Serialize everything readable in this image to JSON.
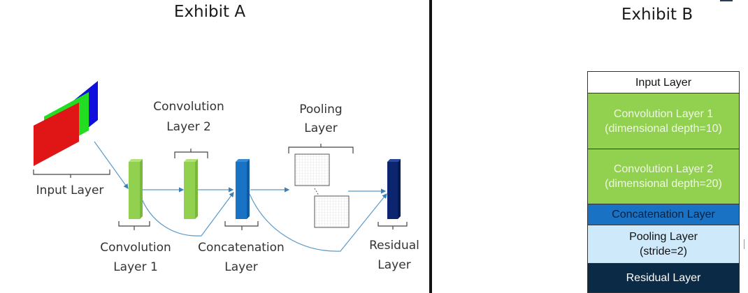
{
  "exhibit_a": {
    "title": "Exhibit A",
    "labels": {
      "input": [
        "Input Layer"
      ],
      "conv1": [
        "Convolution",
        "Layer 1"
      ],
      "conv2": [
        "Convolution",
        "Layer 2"
      ],
      "concat": [
        "Concatenation",
        "Layer"
      ],
      "pool": [
        "Pooling",
        "Layer"
      ],
      "residual": [
        "Residual",
        "Layer"
      ]
    },
    "colors": {
      "input_red": "#e01515",
      "input_green": "#22dd22",
      "input_blue": "#1010dd",
      "conv": "#92d050",
      "concat": "#1a72c4",
      "residual": "#0d246e",
      "arrow": "#4a90c0"
    }
  },
  "exhibit_b": {
    "title": "Exhibit B",
    "layers": [
      {
        "lines": [
          "Input Layer"
        ],
        "bg": "#ffffff",
        "fg": "#111111"
      },
      {
        "lines": [
          "Convolution Layer 1",
          "(dimensional depth=10)"
        ],
        "bg": "#92d050",
        "fg": "#eef8e4"
      },
      {
        "lines": [
          "Convolution Layer 2",
          "(dimensional depth=20)"
        ],
        "bg": "#92d050",
        "fg": "#eef8e4"
      },
      {
        "lines": [
          "Concatenation Layer"
        ],
        "bg": "#1a72c4",
        "fg": "#0b2140"
      },
      {
        "lines": [
          "Pooling Layer",
          "(stride=2)"
        ],
        "bg": "#cde9fa",
        "fg": "#111111"
      },
      {
        "lines": [
          "Residual Layer"
        ],
        "bg": "#0a2a45",
        "fg": "#ffffff"
      }
    ]
  }
}
